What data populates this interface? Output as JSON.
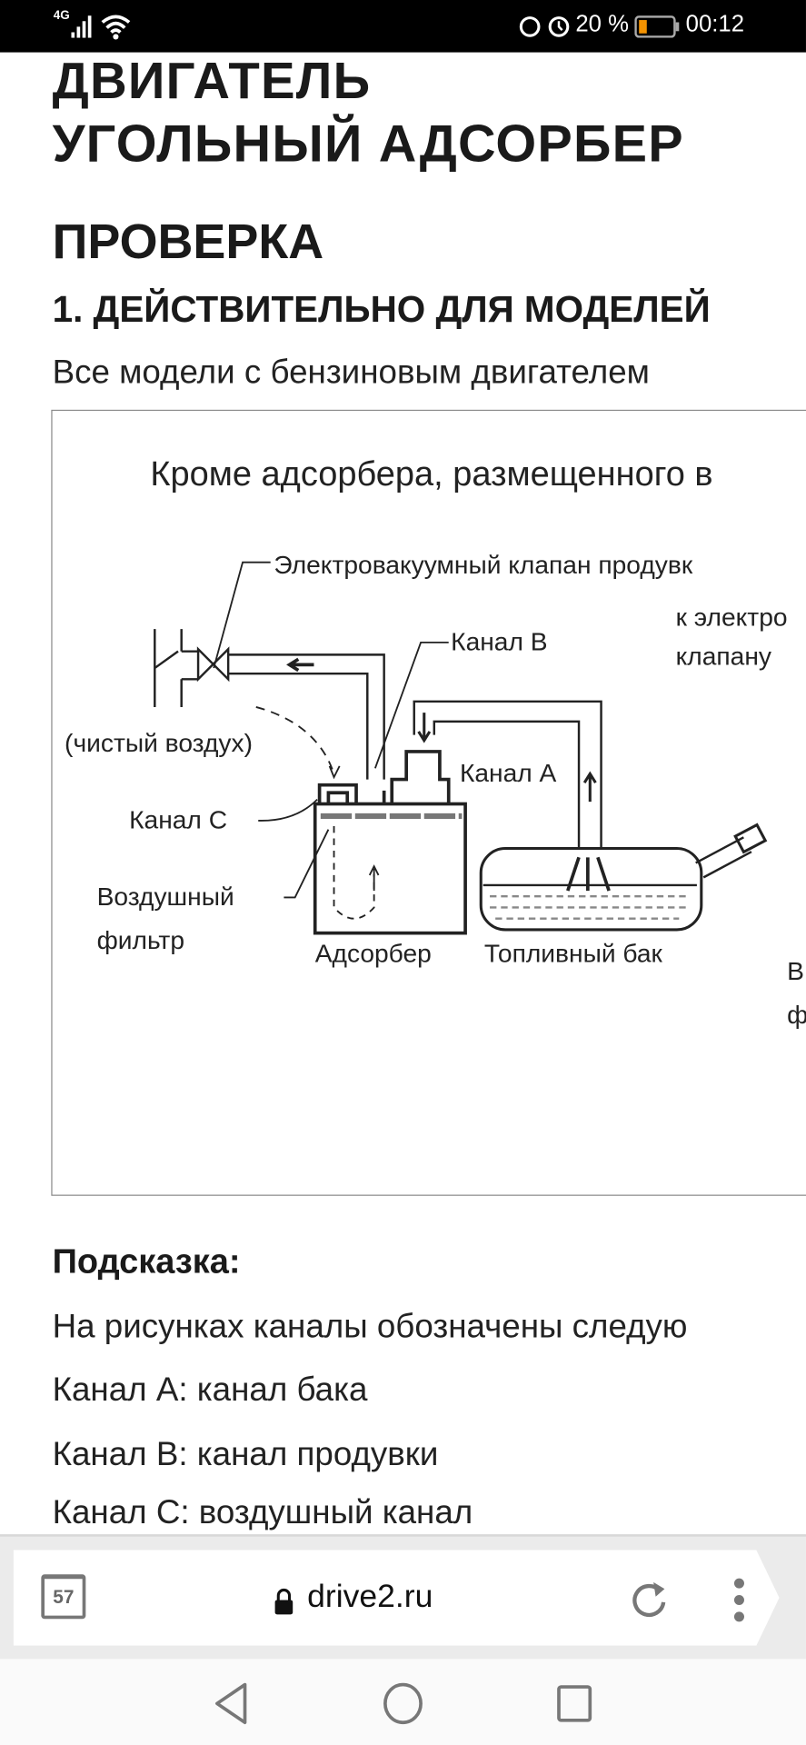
{
  "status_bar": {
    "network": "4G",
    "battery": "20 %",
    "time": "00:12",
    "icons": [
      "signal-icon",
      "wifi-icon",
      "data-saver-icon",
      "alarm-icon",
      "battery-icon"
    ]
  },
  "article": {
    "heading_cut": "ДВИГАТЕЛЬ",
    "title": "УГОЛЬНЫЙ АДСОРБЕР",
    "section": "ПРОВЕРКА",
    "step": "1. ДЕЙСТВИТЕЛЬНО ДЛЯ МОДЕЛЕЙ",
    "models": "Все модели с бензиновым двигателем",
    "figure": {
      "caption": "Кроме адсорбера, размещенного в",
      "labels": {
        "valve": "Электровакуумный клапан продувк",
        "to_valve_1": "к электро",
        "to_valve_2": "клапану",
        "port_b": "Канал B",
        "clean_air": "(чистый воздух)",
        "port_a": "Канал A",
        "port_c": "Канал C",
        "air_filter_1": "Воздушный",
        "air_filter_2": "фильтр",
        "canister": "Адсорбер",
        "fuel_tank": "Топливный бак",
        "cut_1": "В",
        "cut_2": "ф"
      }
    },
    "hint_title": "Подсказка:",
    "hint_lines": [
      "На рисунках каналы обозначены следую",
      "Канал A: канал бака",
      "Канал B: канал продувки",
      "Канал C: воздушный канал"
    ]
  },
  "browser": {
    "tab_count": "57",
    "url": "drive2.ru"
  },
  "colors": {
    "status_bg": "#000000",
    "bar_bg": "#ebebeb",
    "nav_bg": "#fafafa"
  }
}
